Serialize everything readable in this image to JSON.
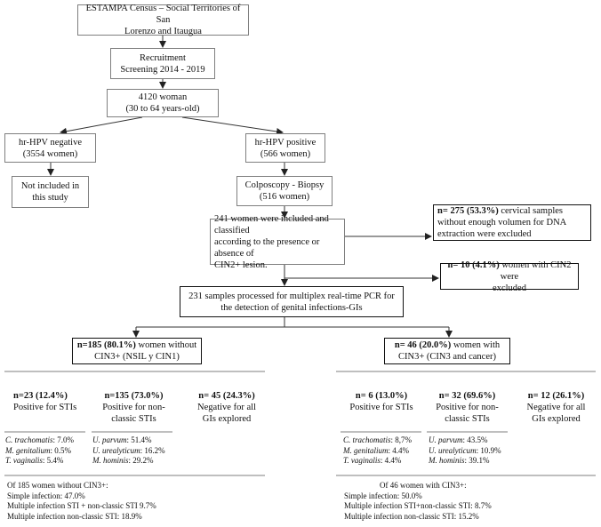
{
  "boxes": {
    "census": {
      "line1": "ESTAMPA Census – Social Territories of San",
      "line2": "Lorenzo and Itaugua"
    },
    "recruit": {
      "line1": "Recruitment",
      "line2": "Screening 2014 - 2019"
    },
    "total": {
      "line1": "4120 woman",
      "line2": "(30 to 64 years-old)"
    },
    "neg": {
      "line1": "hr-HPV negative",
      "line2": "(3554 women)"
    },
    "notincl": {
      "line1": "Not included in",
      "line2": "this study"
    },
    "pos": {
      "line1": "hr-HPV positive",
      "line2": "(566 women)"
    },
    "colpo": {
      "line1": "Colposcopy - Biopsy",
      "line2": "(516 women)"
    },
    "included": {
      "line1": "241 women were included and classified",
      "line2": "according to the presence or absence of",
      "line3": "CIN2+ lesion."
    },
    "excl275": {
      "bold": "n= 275 (53.3%)",
      "rest1": " cervical samples",
      "line2": "without enough volumen for DNA",
      "line3": "extraction were excluded"
    },
    "excl10": {
      "bold": "n= 10 (4.1%)",
      "rest1": " women with CIN2 were",
      "line2": "excluded"
    },
    "pcr": {
      "line1": "231 samples processed for multiplex real-time PCR for",
      "line2": "the detection of genital infections-GIs"
    },
    "cin3neg": {
      "bold": "n=185 (80.1%)",
      "rest1": " women without",
      "line2": "CIN3+ (NSIL y CIN1)"
    },
    "cin3pos": {
      "bold": "n= 46 (20.0%)",
      "rest1": " women with",
      "line2": "CIN3+ (CIN3 and cancer)"
    }
  },
  "left_groups": {
    "sti": {
      "bold": "n=23 (12.4%)",
      "line2": "Positive for STIs"
    },
    "nonclassic": {
      "bold": "n=135 (73.0%)",
      "line2": "Positive for non-",
      "line3": "classic STIs"
    },
    "negative": {
      "bold": "n= 45 (24.3%)",
      "line2": "Negative for all",
      "line3": "GIs explored"
    },
    "sti_detail": [
      {
        "name": "C. trachomatis",
        "value": ": 7.0%"
      },
      {
        "name": "M. genitalium",
        "value": ": 0.5%"
      },
      {
        "name": "T. vaginalis",
        "value": ": 5.4%"
      }
    ],
    "nonclassic_detail": [
      {
        "name": "U. parvum",
        "value": ": 51.4%"
      },
      {
        "name": "U. urealyticum",
        "value": ": 16.2%"
      },
      {
        "name": "M. hominis",
        "value": ": 29.2%"
      }
    ],
    "summary": [
      "Of 185 women without CIN3+:",
      "Simple infection: 47.0%",
      "Multiple infection STI + non-classic STI 9.7%",
      "Multiple infection  non-classic STI: 18.9%"
    ]
  },
  "right_groups": {
    "sti": {
      "bold": "n= 6 (13.0%)",
      "line2": "Positive for STIs"
    },
    "nonclassic": {
      "bold": "n= 32 (69.6%)",
      "line2": "Positive for non-",
      "line3": "classic STIs"
    },
    "negative": {
      "bold": "n= 12 (26.1%)",
      "line2": "Negative for all",
      "line3": "GIs explored"
    },
    "sti_detail": [
      {
        "name": "C. trachomatis",
        "value": ": 8,7%"
      },
      {
        "name": "M. genitalium",
        "value": ": 4.4%"
      },
      {
        "name": "T. vaginalis",
        "value": ": 4.4%"
      }
    ],
    "nonclassic_detail": [
      {
        "name": "U. parvum",
        "value": ": 43.5%"
      },
      {
        "name": "U. urealyticum",
        "value": ": 10.9%"
      },
      {
        "name": "M. hominis",
        "value": ": 39.1%"
      }
    ],
    "summary": [
      "Of 46 women with CIN3+:",
      "Simple infection: 50.0%",
      "Multiple infection STI+non-classic STI: 8.7%",
      "Multiple infection non-classic STI: 15.2%"
    ]
  }
}
